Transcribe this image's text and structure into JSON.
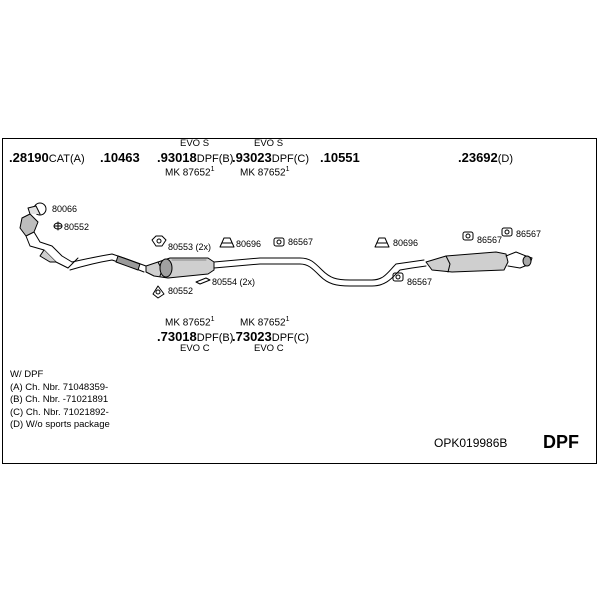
{
  "top_parts": [
    {
      "num": ".28190",
      "suffix": "CAT(A)"
    },
    {
      "num": ".10463",
      "suffix": ""
    },
    {
      "num": ".93018",
      "suffix": "DPF(B)",
      "variant": "EVO S",
      "kit": "MK 87652",
      "kit_sup": "1"
    },
    {
      "num": ".93023",
      "suffix": "DPF(C)",
      "variant": "EVO S",
      "kit": "MK 87652",
      "kit_sup": "1"
    },
    {
      "num": ".10551",
      "suffix": ""
    },
    {
      "num": ".23692",
      "suffix": "(D)"
    }
  ],
  "bottom_parts": [
    {
      "num": ".73018",
      "suffix": "DPF(B)",
      "variant": "EVO C",
      "kit": "MK 87652",
      "kit_sup": "1"
    },
    {
      "num": ".73023",
      "suffix": "DPF(C)",
      "variant": "EVO C",
      "kit": "MK 87652",
      "kit_sup": "1"
    }
  ],
  "diagram_labels": {
    "l80066": "80066",
    "l80552a": "80552",
    "l80553": "80553 (2x)",
    "l80696a": "80696",
    "l86567a": "86567",
    "l80696b": "80696",
    "l86567b": "86567",
    "l86567c": "86567",
    "l86567d": "86567",
    "l80554": "80554 (2x)",
    "l80552b": "80552"
  },
  "notes": [
    "W/ DPF",
    "(A) Ch. Nbr. 71048359-",
    "(B) Ch. Nbr. -71021891",
    "(C) Ch. Nbr. 71021892-",
    "(D) W/o sports package"
  ],
  "code": "OPK019986B",
  "type_label": "DPF"
}
